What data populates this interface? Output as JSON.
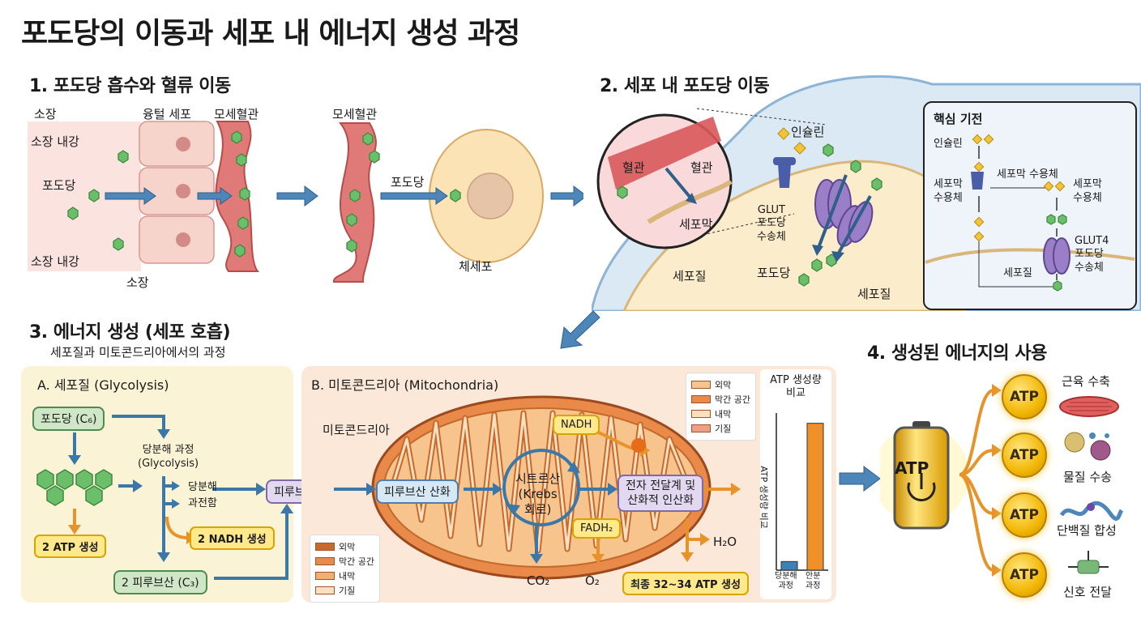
{
  "title": "포도당의 이동과 세포 내 에너지 생성 과정",
  "s1": {
    "heading": "1. 포도당 흡수와 혈류 이동",
    "small_intestine": "소장",
    "villus_cell": "융털 세포",
    "capillary": "모세혈관",
    "lumen_top": "소장 내강",
    "glucose": "포도당",
    "lumen_bottom": "소장 내강",
    "small_intestine_bottom": "소장",
    "capillary2": "모세혈관",
    "glucose2": "포도당",
    "body_cell": "체세포"
  },
  "s2": {
    "heading": "2. 세포 내 포도당 이동",
    "vessel1": "혈관",
    "vessel2": "혈관",
    "membrane": "세포막",
    "insulin": "인슐린",
    "glut": "GLUT\n포도당\n수송체",
    "cytoplasm": "세포질",
    "glucose": "포도당",
    "cytoplasm2": "세포질",
    "key": {
      "title": "핵심 기전",
      "insulin": "인슐린",
      "receptor": "세포막 수용체",
      "left_receptor": "세포막\n수용체",
      "right_receptor": "세포막\n수용체",
      "glut4": "GLUT4\n포도당\n수송체",
      "cytoplasm": "세포질"
    }
  },
  "s3": {
    "heading": "3. 에너지 생성 (세포 호흡)",
    "subheading": "세포질과 미토콘드리아에서의 과정",
    "a_title": "A. 세포질 (Glycolysis)",
    "glucose_c6": "포도당 (C₆)",
    "glycolysis": "당분해 과정\n(Glycolysis)",
    "glycolysis_steps": "당분해\n과전함",
    "atp2": "2 ATP 생성",
    "nadh2": "2 NADH 생성",
    "pyruvate2": "2 피루브산 (C₃)",
    "pyruvate": "피루브산",
    "b_title": "B. 미토콘드리아 (Mitochondria)",
    "mito_label": "미토콘드리아",
    "pyruvate_ox": "피루브산 산화",
    "krebs": "시트르산\n(Krebs\n회로)",
    "nadh": "NADH",
    "fadh2": "FADH₂",
    "etc": "전자 전달계 및\n산화적 인산화",
    "co2": "CO₂",
    "o2": "O₂",
    "h2o": "H₂O",
    "final_atp": "최종 32~34 ATP 생성",
    "legend_top": [
      "외막",
      "막간 공간",
      "내막",
      "기질"
    ],
    "legend_bottom": [
      "외막",
      "막간 공간",
      "내막",
      "기질"
    ]
  },
  "chart_data": {
    "type": "bar",
    "title": "ATP 생성량\n비교",
    "ylabel": "ATP 생성량 비교",
    "categories": [
      "당분해\n과정",
      "안분\n과정"
    ],
    "values": [
      2,
      34
    ],
    "colors": [
      "#3b82b8",
      "#f0902a"
    ],
    "ylim": [
      0,
      36
    ]
  },
  "s4": {
    "heading": "4. 생성된 에너지의 사용",
    "battery": "ATP",
    "coin": "ATP",
    "uses": [
      "근육 수축",
      "물질 수송",
      "단백질 합성",
      "신호 전달"
    ]
  }
}
